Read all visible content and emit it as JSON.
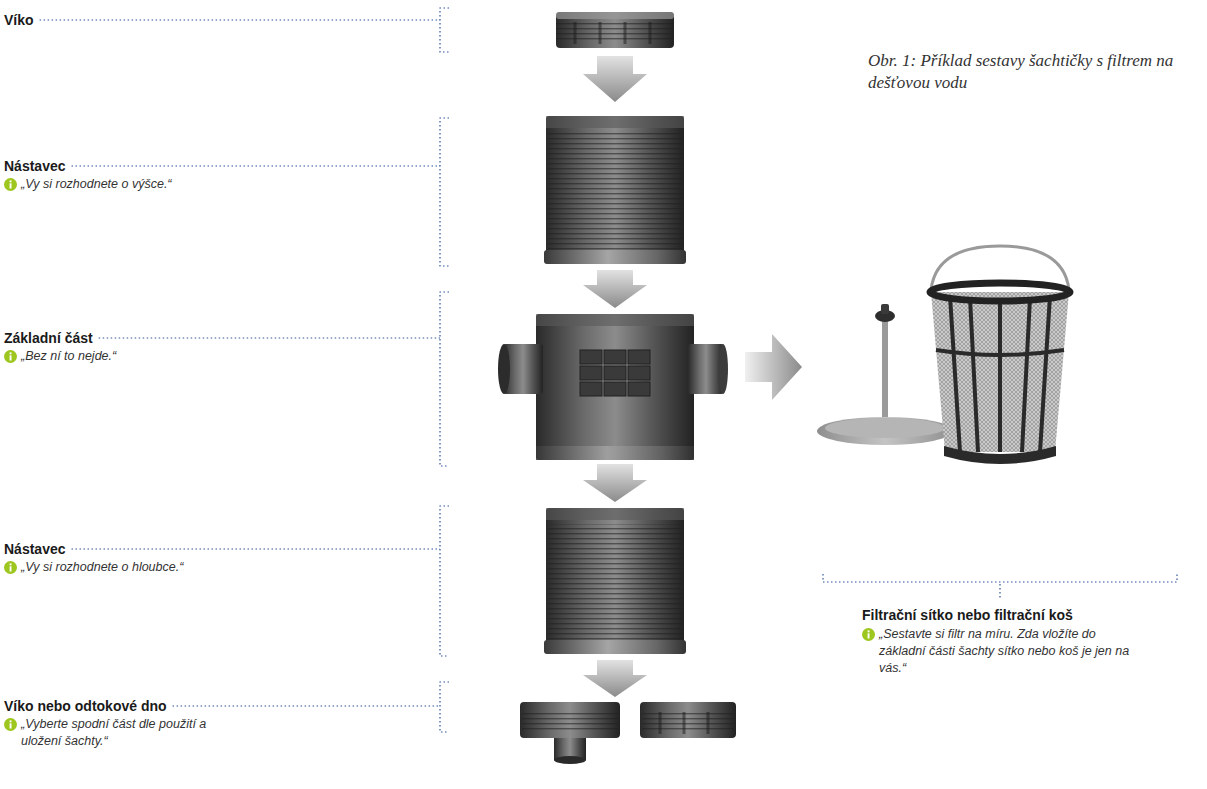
{
  "diagram": {
    "caption": "Obr. 1: Příklad sestavy šachtičky s filtrem na dešťovou vodu",
    "labels": [
      "Víko",
      "Nástavec",
      "„Vy si rozhodnete o výšce.“",
      "Základní část",
      "„Bez ní to nejde.“",
      "Nástavec",
      "„Vy si rozhodnete o hloubce.“",
      "Víko nebo odtokové dno",
      "„Vyberte spodní část dle použití a uložení šachty.“",
      "Filtrační sítko nebo filtrační koš",
      "„Sestavte si filtr na míru. Zda vložíte do základní části šachty sítko nebo koš je jen na vás.“"
    ]
  }
}
